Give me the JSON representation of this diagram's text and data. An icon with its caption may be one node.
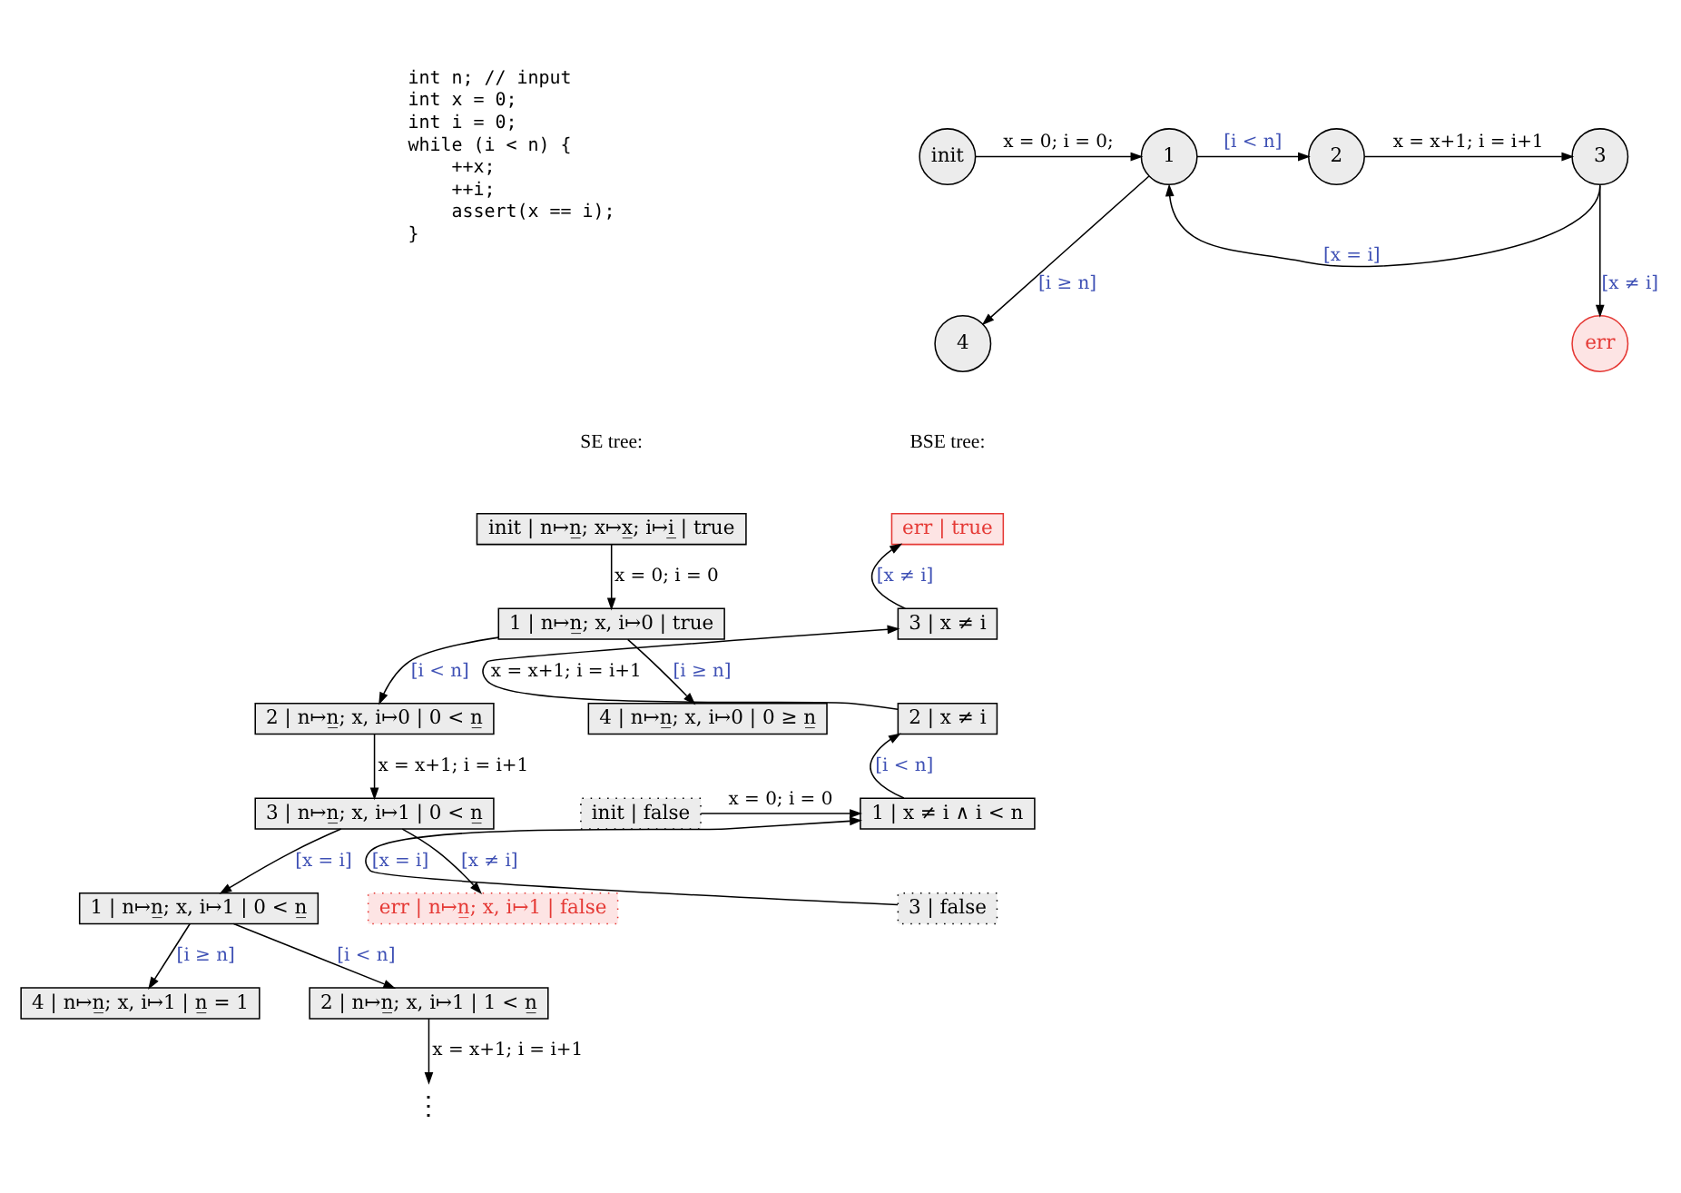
{
  "diagram": {
    "nodes": [
      {
        "text": [
          "init"
        ]
      },
      {
        "text": [
          "1"
        ]
      },
      {
        "text": [
          "2"
        ]
      },
      {
        "text": [
          "3"
        ]
      },
      {
        "text": [
          "4"
        ]
      },
      {
        "text": [
          "err"
        ]
      },
      {
        "text": [
          "init | n↦n̲; x↦x̲; i↦i̲ | true"
        ]
      },
      {
        "text": [
          "1 | n↦n̲; x, i↦0 | true"
        ]
      },
      {
        "text": [
          "4 | n↦n̲; x, i↦0 | 0 ≥ n̲"
        ]
      },
      {
        "text": [
          "2 | n↦n̲; x, i↦0 | 0 < n̲"
        ]
      },
      {
        "text": [
          "3 | n↦n̲; x, i↦1 | 0 < n̲"
        ]
      },
      {
        "text": [
          "err | n↦n̲; x, i↦1 | false"
        ]
      },
      {
        "text": [
          "1 | n↦n̲; x, i↦1 | 0 < n̲"
        ]
      },
      {
        "text": [
          "4 | n↦n̲; x, i↦1 | n̲ = 1"
        ]
      },
      {
        "text": [
          "2 | n↦n̲; x, i↦1 | 1 < n̲"
        ]
      },
      {
        "text": [
          "⋮"
        ]
      },
      {
        "text": [
          "err | true"
        ]
      },
      {
        "text": [
          "3 | x ≠ i"
        ]
      },
      {
        "text": [
          "2 | x ≠ i"
        ]
      },
      {
        "text": [
          "1 | x ≠ i ∧ i < n"
        ]
      },
      {
        "text": [
          "init | false"
        ]
      },
      {
        "text": [
          "3 | false"
        ]
      }
    ],
    "edges": [
      {
        "from": 0,
        "to": 1,
        "arrow": "to",
        "label": "x = 0; i = 0;"
      },
      {
        "from": 1,
        "to": 2,
        "arrow": "to",
        "label": "[i < n]"
      },
      {
        "from": 2,
        "to": 3,
        "arrow": "to",
        "label": "x = x+1; i = i+1"
      },
      {
        "from": 3,
        "to": 1,
        "arrow": "to",
        "label": "[x = i]"
      },
      {
        "from": 1,
        "to": 4,
        "arrow": "to",
        "label": "[i ≥ n]"
      },
      {
        "from": 3,
        "to": 5,
        "arrow": "to",
        "label": "[x ≠ i]"
      },
      {
        "from": 6,
        "to": 7,
        "arrow": "to",
        "label": "x = 0; i = 0"
      },
      {
        "from": 7,
        "to": 8,
        "arrow": "to",
        "label": "[i ≥ n]"
      },
      {
        "from": 7,
        "to": 9,
        "arrow": "to",
        "label": "[i < n]"
      },
      {
        "from": 9,
        "to": 10,
        "arrow": "to",
        "label": "x = x+1; i = i+1"
      },
      {
        "from": 10,
        "to": 11,
        "arrow": "to",
        "label": "[x ≠ i]"
      },
      {
        "from": 10,
        "to": 12,
        "arrow": "to",
        "label": "[x = i]"
      },
      {
        "from": 12,
        "to": 13,
        "arrow": "to",
        "label": "[i ≥ n]"
      },
      {
        "from": 12,
        "to": 14,
        "arrow": "to",
        "label": "[i < n]"
      },
      {
        "from": 14,
        "to": 15,
        "arrow": "to",
        "label": "x = x+1; i = i+1"
      },
      {
        "from": 17,
        "to": 16,
        "arrow": "to",
        "label": "[x ≠ i]"
      },
      {
        "from": 18,
        "to": 17,
        "arrow": "to",
        "label": "x = x+1; i = i+1"
      },
      {
        "from": 19,
        "to": 18,
        "arrow": "to",
        "label": "[i < n]"
      },
      {
        "from": 20,
        "to": 19,
        "arrow": "to",
        "label": "x = 0; i = 0"
      },
      {
        "from": 21,
        "to": 19,
        "arrow": "to",
        "label": "[x = i]"
      }
    ],
    "labels": [
      "int n; // input",
      "int x = 0;",
      "int i = 0;",
      "while (i < n) {",
      "    ++x;",
      "    ++i;",
      "    assert(x == i);",
      "}",
      "SE tree:",
      "BSE tree:"
    ]
  }
}
